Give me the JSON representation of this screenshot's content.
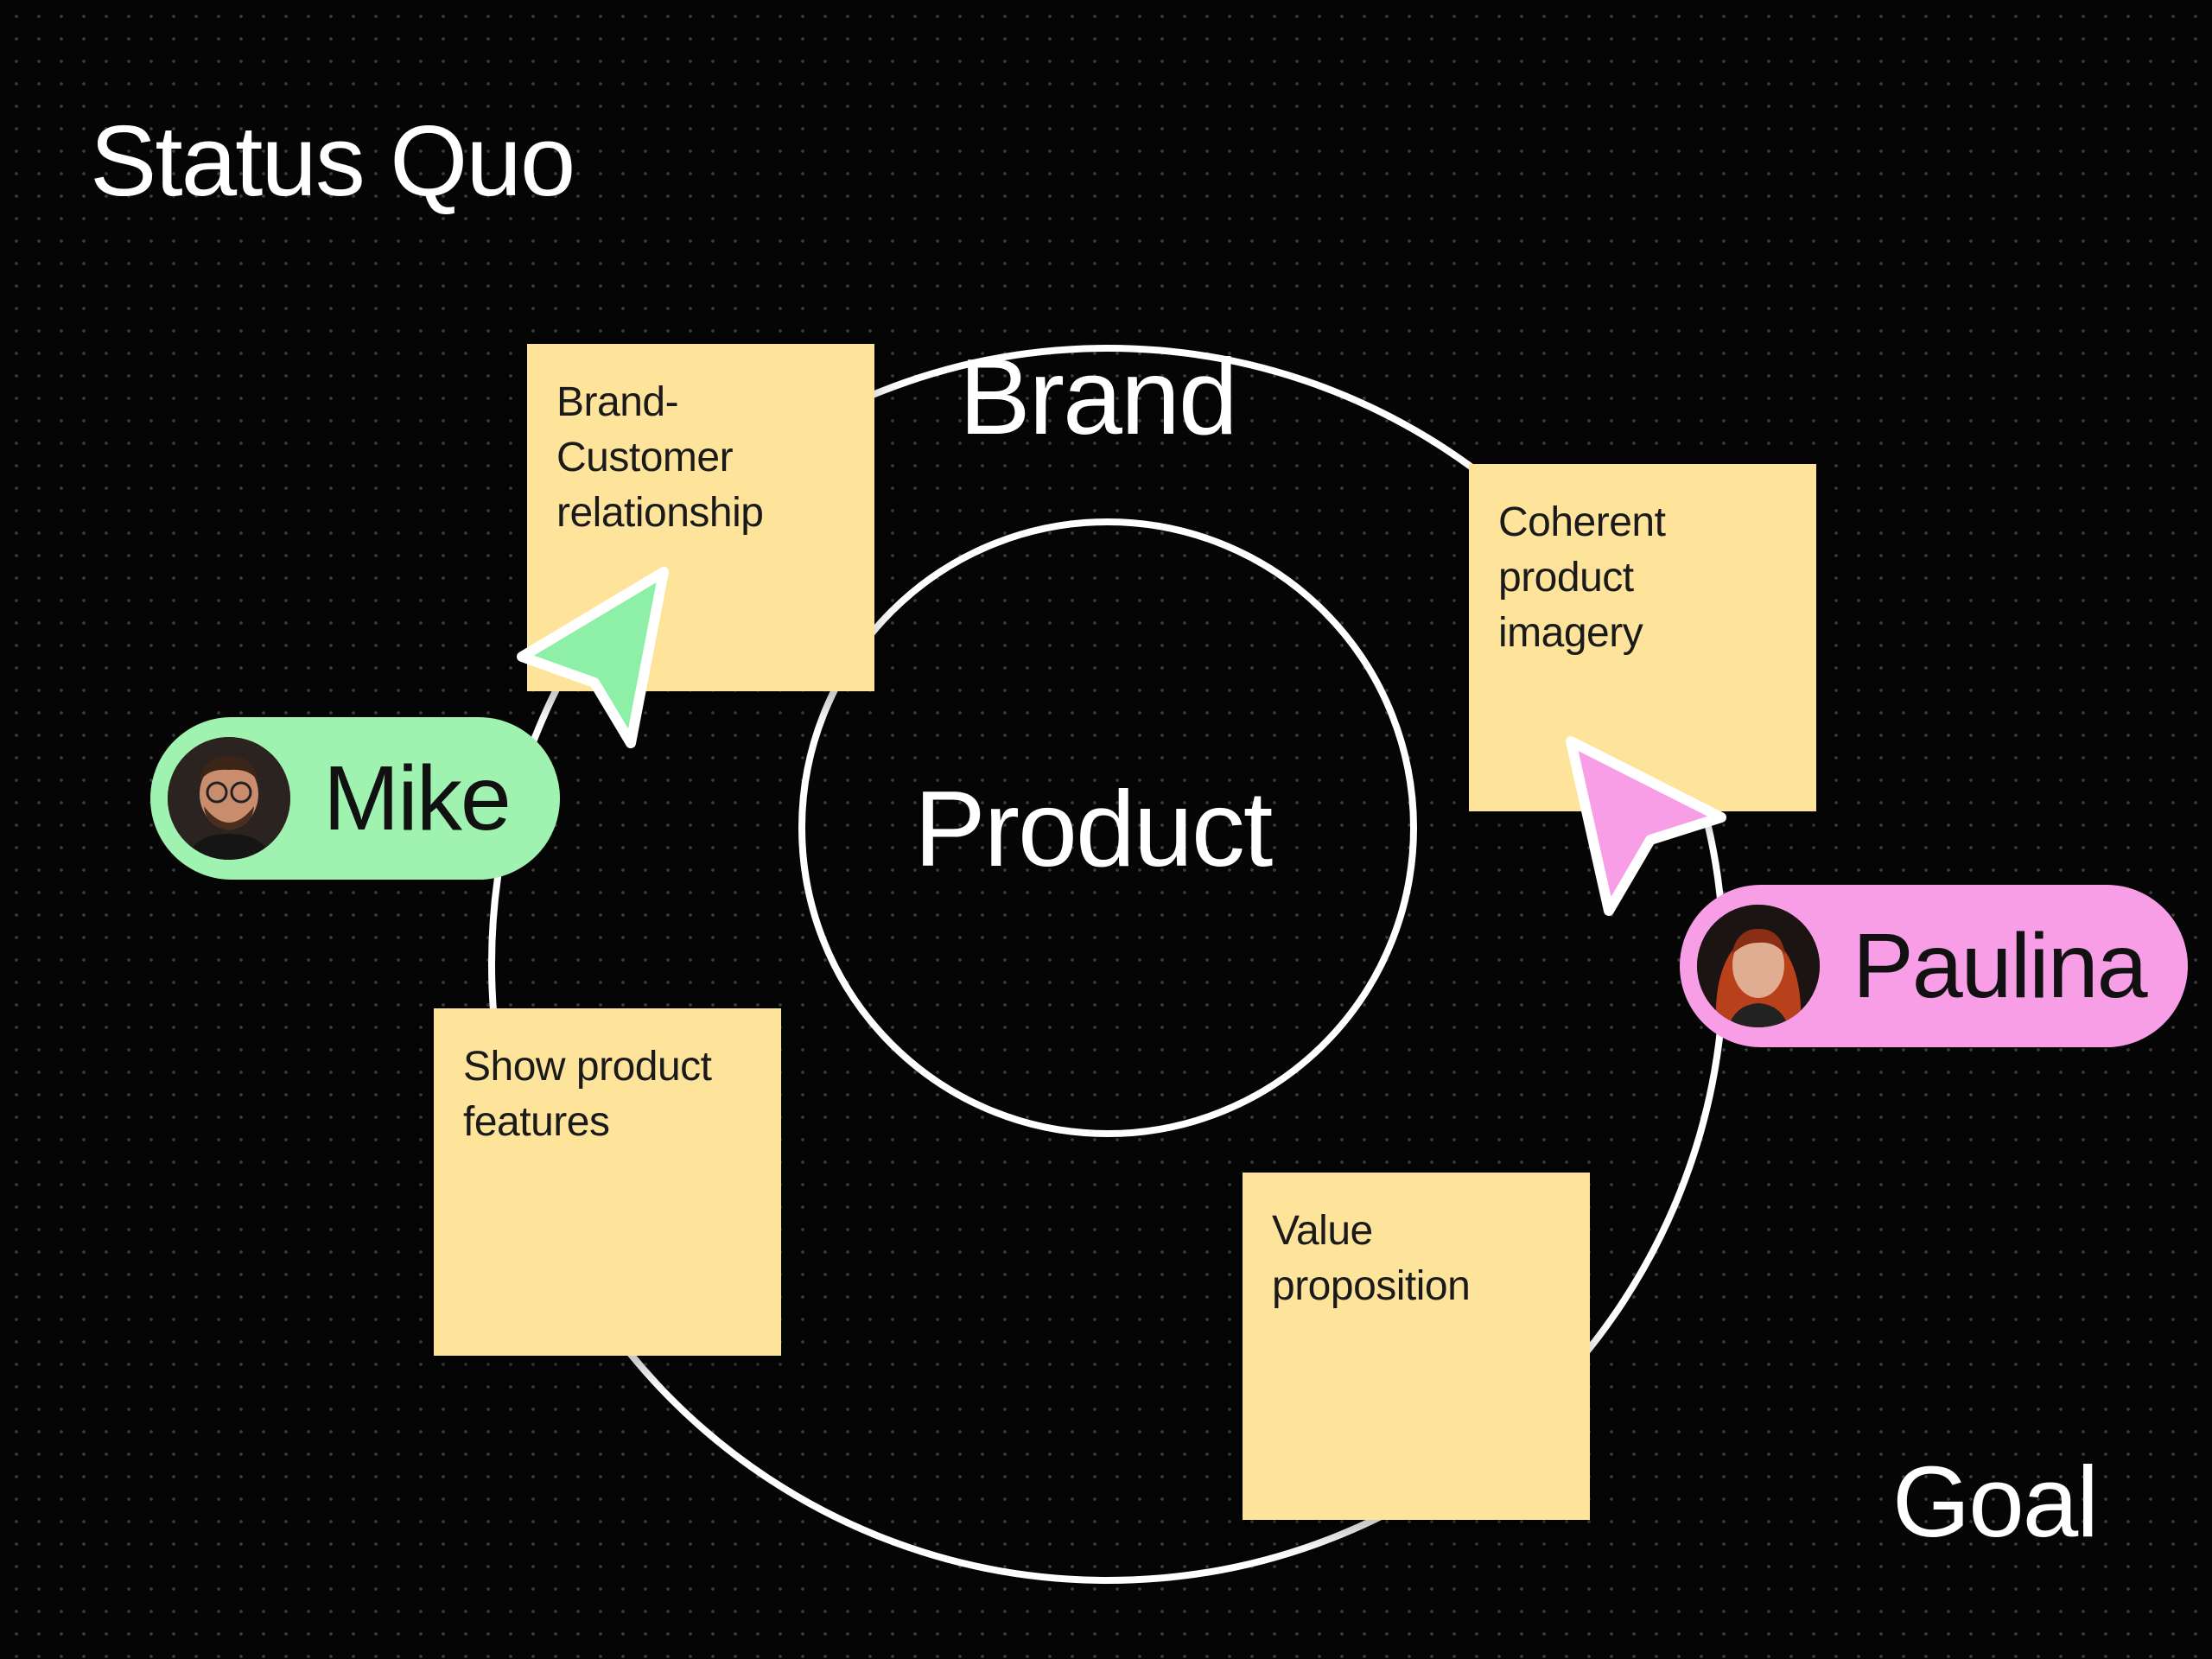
{
  "board": {
    "title": "Status Quo",
    "goal_label": "Goal",
    "outer_ring_label": "Brand",
    "inner_ring_label": "Product"
  },
  "sticky_notes": [
    {
      "text": "Brand-\nCustomer\nrelationship"
    },
    {
      "text": "Coherent\nproduct\nimagery"
    },
    {
      "text": "Show product\nfeatures"
    },
    {
      "text": "Value\nproposition"
    }
  ],
  "collaborators": [
    {
      "name": "Mike",
      "color": "#9ff2b0",
      "cursor_icon": "cursor-arrow-icon"
    },
    {
      "name": "Paulina",
      "color": "#f79ee6",
      "cursor_icon": "cursor-arrow-icon"
    }
  ],
  "colors": {
    "background": "#050505",
    "ring_stroke": "#ffffff",
    "sticky_note": "#fee39b"
  }
}
